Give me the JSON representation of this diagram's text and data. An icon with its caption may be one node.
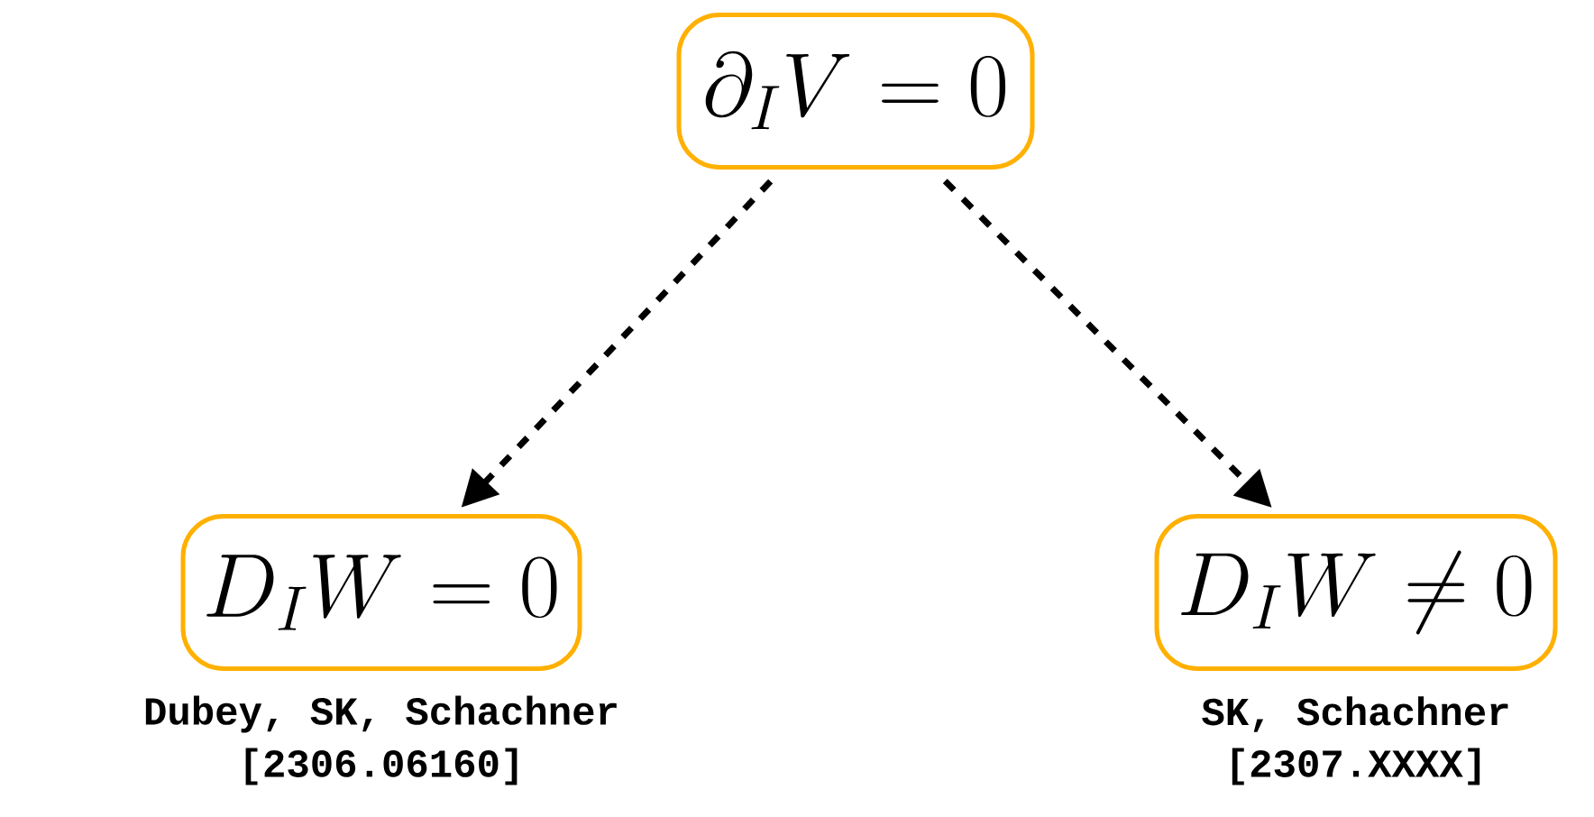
{
  "diagram": {
    "nodes": [
      {
        "text": [
          "\\partial_I V = 0"
        ]
      },
      {
        "text": [
          "D_I W = 0"
        ],
        "beside": [
          "Dubey, SK, Schachner",
          "[2306.06160]"
        ]
      },
      {
        "text": [
          "D_I W \\neq 0"
        ],
        "beside": [
          "SK, Schachner",
          "[2307.XXXX]"
        ]
      }
    ],
    "edges": [
      {
        "from": 0,
        "to": 1,
        "arrow": "to",
        "style": "dashed"
      },
      {
        "from": 0,
        "to": 2,
        "arrow": "to",
        "style": "dashed"
      }
    ]
  }
}
